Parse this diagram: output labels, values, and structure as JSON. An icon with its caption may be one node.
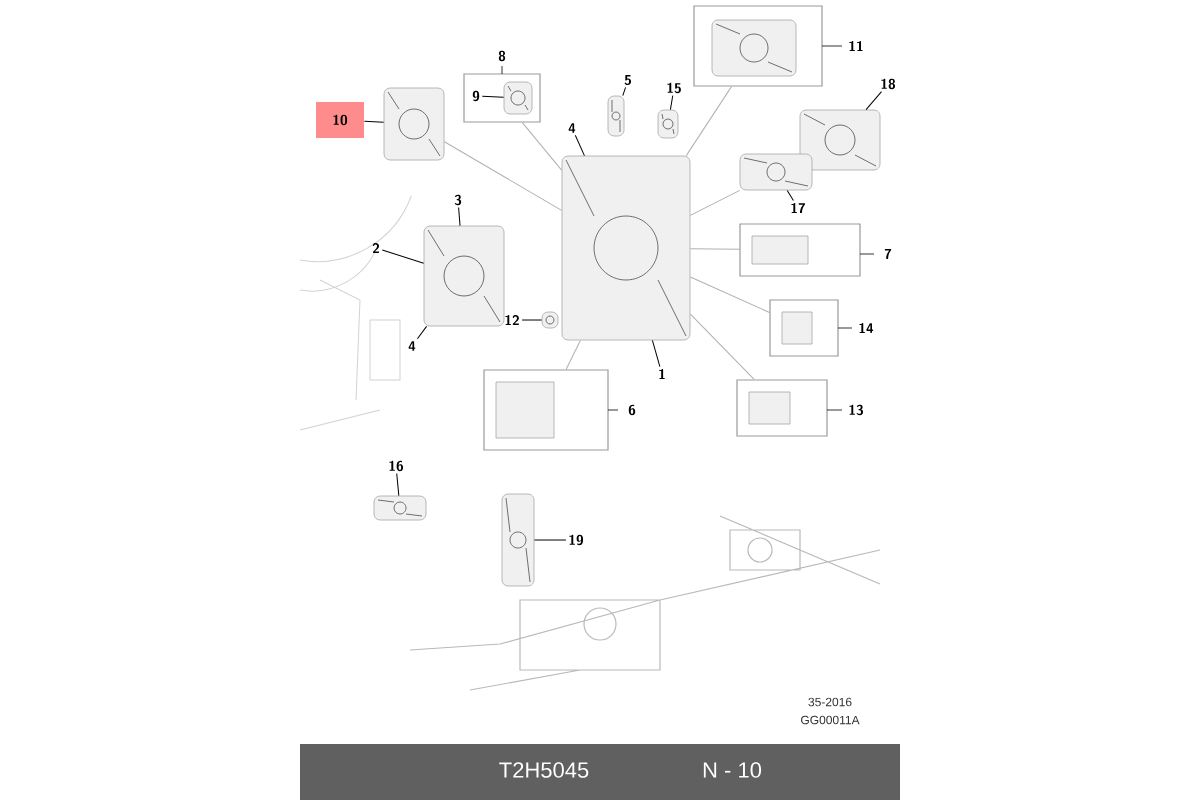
{
  "diagram": {
    "nodes": [
      {
        "text": [
          "10"
        ]
      },
      {
        "text": [],
        "shape": "picture"
      },
      {
        "text": [
          "8"
        ]
      },
      {
        "text": [
          "9"
        ],
        "in": 2
      },
      {
        "text": [],
        "shape": "picture",
        "in": 2
      },
      {
        "text": [
          "5"
        ]
      },
      {
        "text": [],
        "shape": "picture"
      },
      {
        "text": [
          "15"
        ]
      },
      {
        "text": [],
        "shape": "picture"
      },
      {
        "text": [
          "11"
        ]
      },
      {
        "text": [],
        "shape": "picture",
        "in": 9
      },
      {
        "text": [
          "18"
        ]
      },
      {
        "text": [],
        "shape": "picture"
      },
      {
        "text": [
          "17"
        ]
      },
      {
        "text": [],
        "shape": "picture"
      },
      {
        "text": [
          "4"
        ]
      },
      {
        "text": [
          "3"
        ]
      },
      {
        "text": [
          "2"
        ]
      },
      {
        "text": [],
        "shape": "picture"
      },
      {
        "text": [
          "4"
        ]
      },
      {
        "text": [],
        "shape": "picture"
      },
      {
        "text": [
          "1"
        ]
      },
      {
        "text": [
          "7"
        ]
      },
      {
        "text": [
          "14"
        ]
      },
      {
        "text": [
          "12"
        ]
      },
      {
        "text": [],
        "shape": "picture"
      },
      {
        "text": [
          "6"
        ]
      },
      {
        "text": [
          "13"
        ]
      },
      {
        "text": [
          "16"
        ]
      },
      {
        "text": [],
        "shape": "picture"
      },
      {
        "text": [
          "19"
        ]
      },
      {
        "text": [],
        "shape": "picture"
      }
    ],
    "edges": [
      {
        "from": 0,
        "to": 1,
        "arrow": "none"
      },
      {
        "from": 3,
        "to": 4,
        "arrow": "none"
      },
      {
        "from": 5,
        "to": 6,
        "arrow": "none"
      },
      {
        "from": 7,
        "to": 8,
        "arrow": "none"
      },
      {
        "from": 11,
        "to": 12,
        "arrow": "none"
      },
      {
        "from": 13,
        "to": 14,
        "arrow": "none"
      },
      {
        "from": 15,
        "to": 20,
        "arrow": "none"
      },
      {
        "from": 16,
        "to": 18,
        "arrow": "none"
      },
      {
        "from": 17,
        "to": 18,
        "arrow": "none"
      },
      {
        "from": 19,
        "to": 18,
        "arrow": "none"
      },
      {
        "from": 21,
        "to": 20,
        "arrow": "none"
      },
      {
        "from": 24,
        "to": 25,
        "arrow": "none"
      },
      {
        "from": 28,
        "to": 29,
        "arrow": "none"
      },
      {
        "from": 30,
        "to": 31,
        "arrow": "none"
      },
      {
        "from": 1,
        "to": 20,
        "arrow": "none",
        "color": "#b0b0b0"
      },
      {
        "from": 2,
        "to": 20,
        "arrow": "none",
        "color": "#b0b0b0"
      },
      {
        "from": 9,
        "to": 20,
        "arrow": "none",
        "color": "#b0b0b0"
      },
      {
        "from": 14,
        "to": 20,
        "arrow": "none",
        "color": "#b0b0b0"
      },
      {
        "from": 22,
        "to": 20,
        "arrow": "none",
        "color": "#b0b0b0"
      },
      {
        "from": 23,
        "to": 20,
        "arrow": "none",
        "color": "#b0b0b0"
      },
      {
        "from": 27,
        "to": 20,
        "arrow": "none",
        "color": "#b0b0b0"
      },
      {
        "from": 26,
        "to": 20,
        "arrow": "none",
        "color": "#b0b0b0"
      }
    ],
    "labels": [
      "35-2016",
      "GG00011A",
      "T2H5045",
      "N - 10"
    ]
  }
}
